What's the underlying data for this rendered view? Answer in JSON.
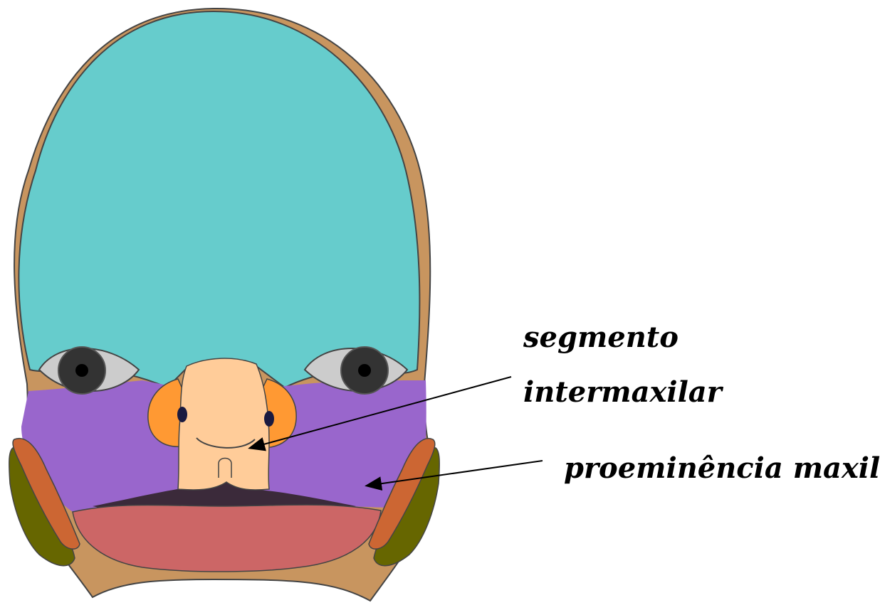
{
  "labels": {
    "intermaxillary_line1": "segmento",
    "intermaxillary_line2": "intermaxilar",
    "maxillary_prominence": "proeminência maxilar"
  },
  "colors": {
    "background": "#ffffff",
    "head_skin": "#c8955f",
    "frontonasal": "#66cccc",
    "maxillary": "#9966cc",
    "intermaxillary": "#ffcc99",
    "lateral_nasal": "#ff9933",
    "mandible": "#cc6666",
    "stomodeum": "#3b2a3a",
    "outer_arch": "#666600",
    "inner_arch": "#cc6633",
    "eye_white": "#cccccc",
    "eye_iris": "#333333",
    "outline": "#444444"
  }
}
